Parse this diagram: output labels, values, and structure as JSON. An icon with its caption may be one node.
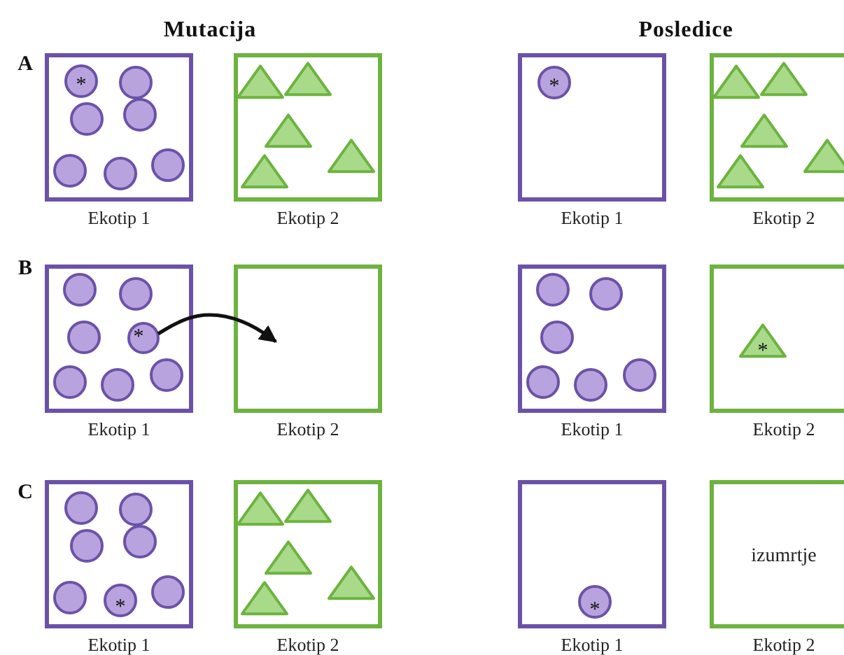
{
  "diagram": {
    "nodes": [
      {
        "text": [],
        "shape": "box",
        "beside": [
          "Ekotip 1"
        ]
      },
      {
        "text": [],
        "shape": "box",
        "beside": [
          "Ekotip 2"
        ]
      },
      {
        "text": [],
        "shape": "box",
        "beside": [
          "Ekotip 1"
        ]
      },
      {
        "text": [],
        "shape": "box",
        "beside": [
          "Ekotip 2"
        ]
      },
      {
        "text": [],
        "shape": "box",
        "beside": [
          "Ekotip 1"
        ]
      },
      {
        "text": [],
        "shape": "circle",
        "in": 4
      },
      {
        "text": [],
        "shape": "box",
        "beside": [
          "Ekotip 2"
        ]
      },
      {
        "text": [],
        "shape": "box",
        "beside": [
          "Ekotip 1"
        ]
      },
      {
        "text": [],
        "shape": "box",
        "beside": [
          "Ekotip 2"
        ]
      },
      {
        "text": [],
        "shape": "box",
        "beside": [
          "Ekotip 1"
        ]
      },
      {
        "text": [],
        "shape": "box",
        "beside": [
          "Ekotip 2"
        ]
      },
      {
        "text": [],
        "shape": "box",
        "beside": [
          "Ekotip 1"
        ]
      },
      {
        "text": [
          "izumrtje"
        ],
        "beside": [
          "Ekotip 2"
        ]
      }
    ],
    "edges": [
      {
        "from": 5,
        "to": 6,
        "arrow": "to"
      }
    ],
    "labels": [
      "Mutacija",
      "Posledice",
      "A",
      "*",
      "*",
      "B",
      "*",
      "*",
      "C",
      "*",
      "*"
    ]
  }
}
